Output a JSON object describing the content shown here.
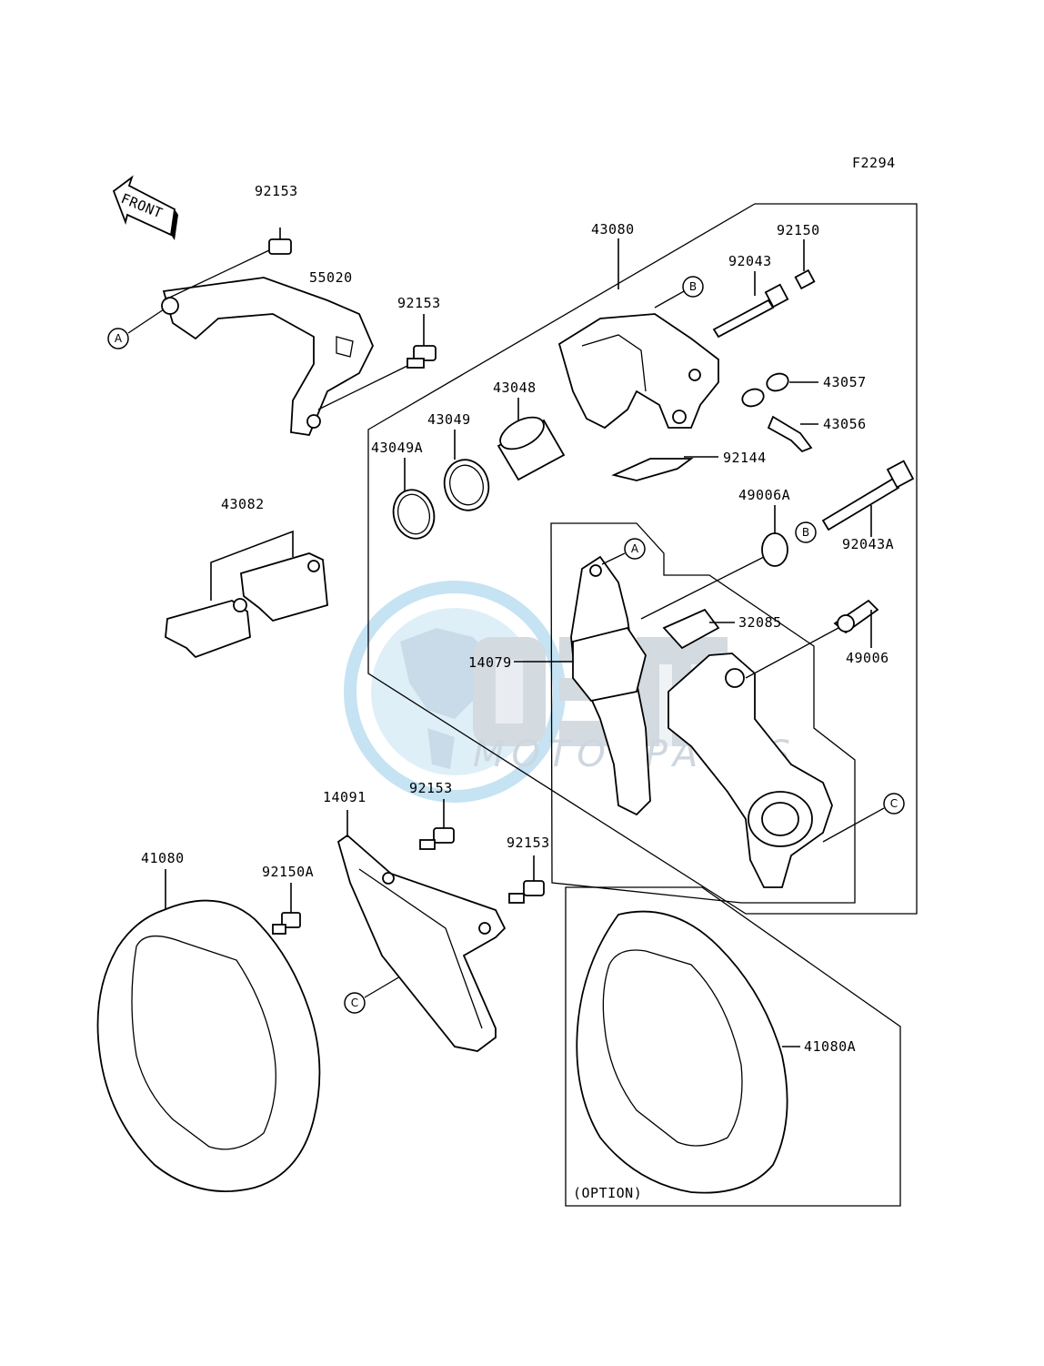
{
  "figure_code": "F2294",
  "front_label": "FRONT",
  "option_label": "(OPTION)",
  "watermark": {
    "brand": "OEM",
    "sub": "MOTORPARTS",
    "color": "#dde6ee",
    "accent": "#bfe0f2"
  },
  "callouts": {
    "a": "A",
    "b": "B",
    "c": "C"
  },
  "parts": {
    "p92153_a": "92153",
    "p55020": "55020",
    "p92153_b": "92153",
    "p43080": "43080",
    "p92150": "92150",
    "p92043": "92043",
    "p43057": "43057",
    "p43056": "43056",
    "p43048": "43048",
    "p43049": "43049",
    "p43049A": "43049A",
    "p92144": "92144",
    "p43082": "43082",
    "p49006A": "49006A",
    "p92043A": "92043A",
    "p32085": "32085",
    "p14079": "14079",
    "p49006": "49006",
    "p14091": "14091",
    "p92153_c": "92153",
    "p92153_d": "92153",
    "p41080": "41080",
    "p92150A": "92150A",
    "p41080A": "41080A"
  }
}
